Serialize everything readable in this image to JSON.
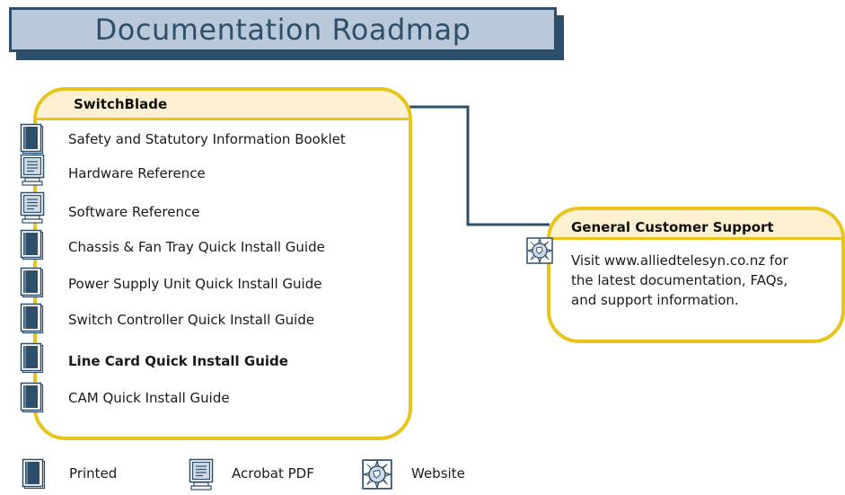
{
  "title": "Documentation Roadmap",
  "switchblade": {
    "title": "SwitchBlade",
    "items": [
      {
        "label": "Safety and Statutory Information Booklet",
        "icon": "printed-book-icon",
        "bold": false
      },
      {
        "label": "Hardware Reference",
        "icon": "acrobat-pdf-icon",
        "bold": false
      },
      {
        "label": "Software Reference",
        "icon": "acrobat-pdf-icon",
        "bold": false
      },
      {
        "label": "Chassis & Fan Tray Quick Install Guide",
        "icon": "printed-book-icon",
        "bold": false
      },
      {
        "label": "Power Supply Unit Quick Install Guide",
        "icon": "printed-book-icon",
        "bold": false
      },
      {
        "label": "Switch Controller Quick Install Guide",
        "icon": "printed-book-icon",
        "bold": false
      },
      {
        "label": "Line Card Quick Install Guide",
        "icon": "printed-book-icon",
        "bold": true
      },
      {
        "label": "CAM Quick Install Guide",
        "icon": "printed-book-icon",
        "bold": false
      }
    ]
  },
  "support": {
    "title": "General Customer Support",
    "icon": "website-compass-icon",
    "lines": [
      "Visit www.alliedtelesyn.co.nz for",
      "the latest documentation, FAQs,",
      "and support information."
    ]
  },
  "legend": {
    "printed": "Printed",
    "pdf": "Acrobat PDF",
    "website": "Website"
  },
  "colors": {
    "panel_border": "#e8c51c",
    "panel_header": "#fdf1d1",
    "title_bg": "#b9c9da",
    "navy": "#2d4f6b"
  }
}
